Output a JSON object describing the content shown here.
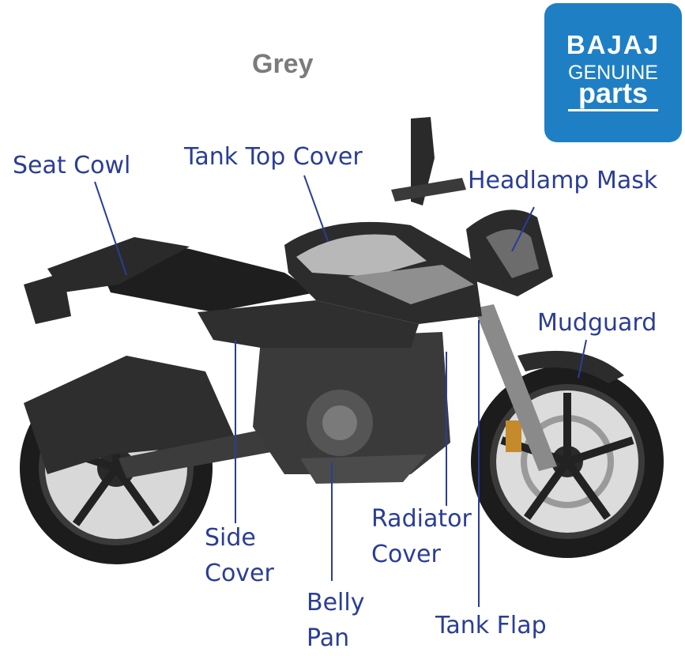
{
  "title": "Grey",
  "logo": {
    "line1": "BAJAJ",
    "line2": "GENUINE",
    "line3": "parts"
  },
  "labels": {
    "seat_cowl": "Seat Cowl",
    "tank_top_cover": "Tank Top Cover",
    "headlamp_mask": "Headlamp Mask",
    "mudguard": "Mudguard",
    "side_cover_1": "Side",
    "side_cover_2": "Cover",
    "radiator_cover_1": "Radiator",
    "radiator_cover_2": "Cover",
    "belly_pan_1": "Belly",
    "belly_pan_2": "Pan",
    "tank_flap": "Tank Flap"
  },
  "colors": {
    "label": "#2a3d96",
    "leader": "#2a3d96",
    "title": "#7b7b7b",
    "logo_bg": "#1f7fc4"
  }
}
